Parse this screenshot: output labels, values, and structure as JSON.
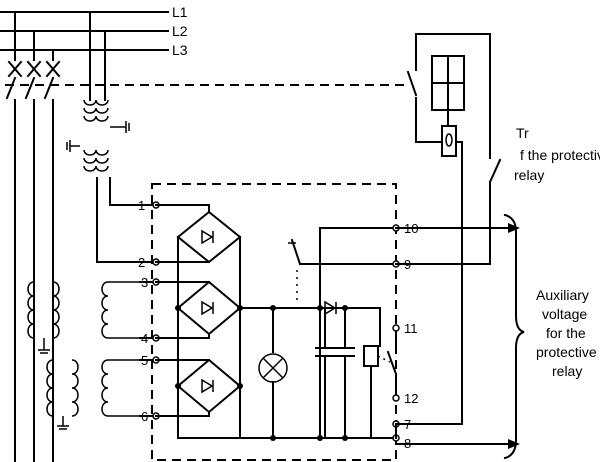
{
  "lines": {
    "l1": "L1",
    "l2": "L2",
    "l3": "L3"
  },
  "terminals": {
    "t1": "1",
    "t2": "2",
    "t3": "3",
    "t4": "4",
    "t5": "5",
    "t6": "6",
    "t7": "7",
    "t8": "8",
    "t9": "9",
    "t10": "10",
    "t11": "11",
    "t12": "12"
  },
  "annotations": {
    "trip_line1": "Tr",
    "trip_line2": "f the protective",
    "trip_line3": "relay",
    "aux_line1": "Auxiliary",
    "aux_line2": "voltage",
    "aux_line3": "for the",
    "aux_line4": "protective",
    "aux_line5": "relay"
  }
}
